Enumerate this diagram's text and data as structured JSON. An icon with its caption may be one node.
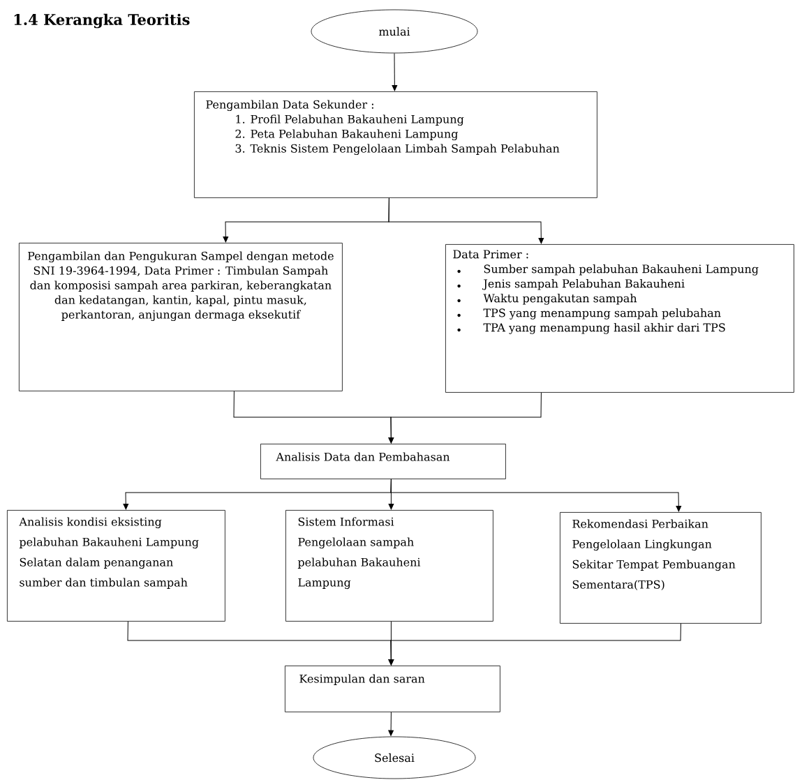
{
  "diagram": {
    "title": "1.4 Kerangka Teoritis",
    "nodes": [
      {
        "text": [
          "mulai"
        ]
      },
      {
        "text": [
          "Pengambilan Data Sekunder :",
          "1. Profil Pelabuhan Bakauheni Lampung",
          "2. Peta Pelabuhan Bakauheni Lampung",
          "3. Teknis Sistem Pengelolaan Limbah Sampah Pelabuhan"
        ]
      },
      {
        "text": [
          "Pengambilan dan Pengukuran Sampel dengan metode SNI 19-3964-1994, Data Primer : Timbulan Sampah dan komposisi sampah area parkiran, keberangkatan dan kedatangan, kantin, kapal, pintu masuk, perkantoran, anjungan dermaga eksekutif"
        ]
      },
      {
        "text": [
          "Data Primer :",
          "Sumber sampah pelabuhan Bakauheni Lampung",
          "Jenis sampah Pelabuhan Bakauheni",
          "Waktu pengakutan sampah",
          "TPS yang menampung sampah pelubahan",
          "TPA yang menampung hasil akhir dari TPS"
        ]
      },
      {
        "text": [
          "Analisis Data dan Pembahasan"
        ]
      },
      {
        "text": [
          "Analisis kondisi eksisting pelabuhan Bakauheni Lampung Selatan dalam penanganan sumber dan timbulan sampah"
        ]
      },
      {
        "text": [
          "Sistem Informasi Pengelolaan sampah pelabuhan Bakauheni Lampung"
        ]
      },
      {
        "text": [
          "Rekomendasi Perbaikan Pengelolaan Lingkungan Sekitar Tempat Pembuangan Sementara(TPS)"
        ]
      },
      {
        "text": [
          "Kesimpulan dan saran"
        ]
      },
      {
        "text": [
          "Selesai"
        ]
      }
    ],
    "edges": [
      {
        "from": 0,
        "to": 1,
        "arrow": "to"
      },
      {
        "from": 1,
        "to": 2,
        "arrow": "to"
      },
      {
        "from": 1,
        "to": 3,
        "arrow": "to"
      },
      {
        "from": 2,
        "to": 4,
        "arrow": "to"
      },
      {
        "from": 3,
        "to": 4,
        "arrow": "to"
      },
      {
        "from": 4,
        "to": 5,
        "arrow": "to"
      },
      {
        "from": 4,
        "to": 6,
        "arrow": "to"
      },
      {
        "from": 4,
        "to": 7,
        "arrow": "to"
      },
      {
        "from": 5,
        "to": 8,
        "arrow": "to"
      },
      {
        "from": 6,
        "to": 8,
        "arrow": "to"
      },
      {
        "from": 7,
        "to": 8,
        "arrow": "to"
      },
      {
        "from": 8,
        "to": 9,
        "arrow": "to"
      }
    ]
  }
}
